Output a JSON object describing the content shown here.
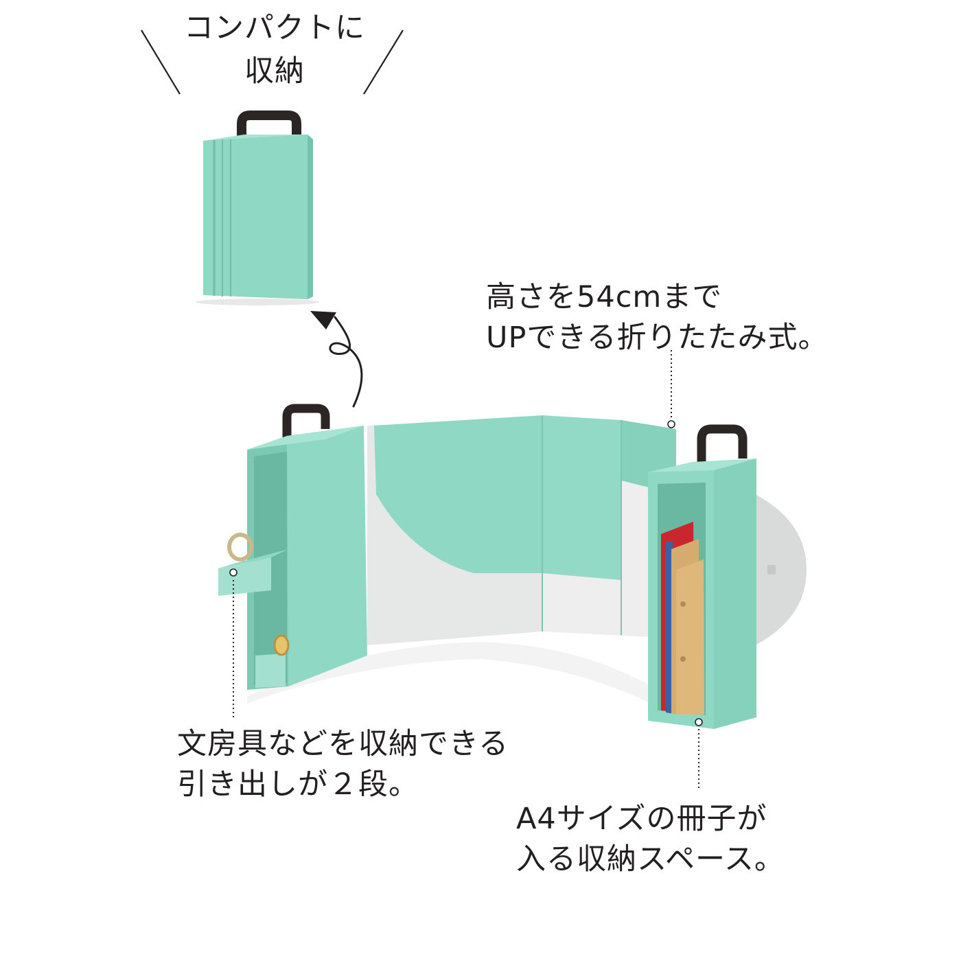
{
  "colors": {
    "mint": "#8fd8c3",
    "mint_dark": "#6fbfa8",
    "mint_light": "#a7e4d3",
    "strap": "#2b2523",
    "inner_gray": "#e3e4e4",
    "text": "#231f20"
  },
  "captions": {
    "compact": {
      "line1": "コンパクトに",
      "line2": "収納"
    },
    "height": {
      "line1": "高さを54cmまで",
      "line2": "UPできる折りたたみ式。"
    },
    "drawers": {
      "line1": "文房具などを収納できる",
      "line2": "引き出しが２段。"
    },
    "a4": {
      "line1": "A4サイズの冊子が",
      "line2": "入る収納スペース。"
    }
  },
  "icons": {
    "arrow": "curved-arrow-up-icon",
    "strap": "carry-handle-icon"
  }
}
